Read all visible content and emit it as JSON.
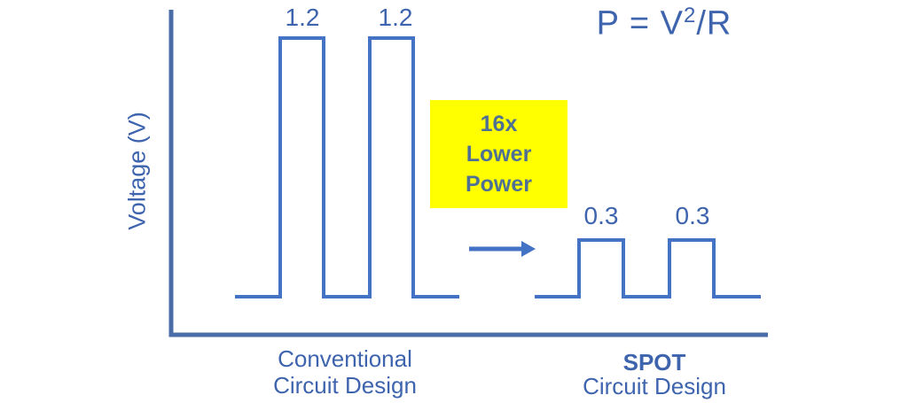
{
  "figure": {
    "y_axis_label": "Voltage (V)",
    "formula": {
      "base": "P = V",
      "superscript": "2",
      "denominator": "/R"
    },
    "callout": {
      "line1": "16x",
      "line2": "Lower",
      "line3": "Power"
    },
    "conventional": {
      "label1": "1.2",
      "label2": "1.2",
      "title1": "Conventional",
      "title2": "Circuit Design"
    },
    "spot": {
      "label1": "0.3",
      "label2": "0.3",
      "title1": "SPOT",
      "title2": "Circuit Design"
    }
  },
  "colors": {
    "line_blue": "#4472c4",
    "axis_blue": "#4a6da8",
    "text_blue": "#3e64ae",
    "callout_bg": "#ffff00",
    "callout_text": "#4e7094"
  },
  "chart_data": {
    "type": "line",
    "subtype": "square-wave-voltage-pulses",
    "title": "",
    "xlabel": "",
    "ylabel": "Voltage (V)",
    "grid": false,
    "y_ticks": [],
    "series": [
      {
        "name": "Conventional Circuit Design",
        "baseline_V": 0,
        "pulse_amplitude_V": 1.2,
        "num_pulses": 2,
        "pulse_labels": [
          1.2,
          1.2
        ]
      },
      {
        "name": "SPOT Circuit Design",
        "baseline_V": 0,
        "pulse_amplitude_V": 0.3,
        "num_pulses": 2,
        "pulse_labels": [
          0.3,
          0.3
        ]
      }
    ],
    "annotations": [
      "16x Lower Power",
      "P = V²/R"
    ],
    "relationship": "SPOT pulses (0.3 V) are 1/4 the voltage of conventional pulses (1.2 V), giving 16x lower power since P = V²/R"
  }
}
